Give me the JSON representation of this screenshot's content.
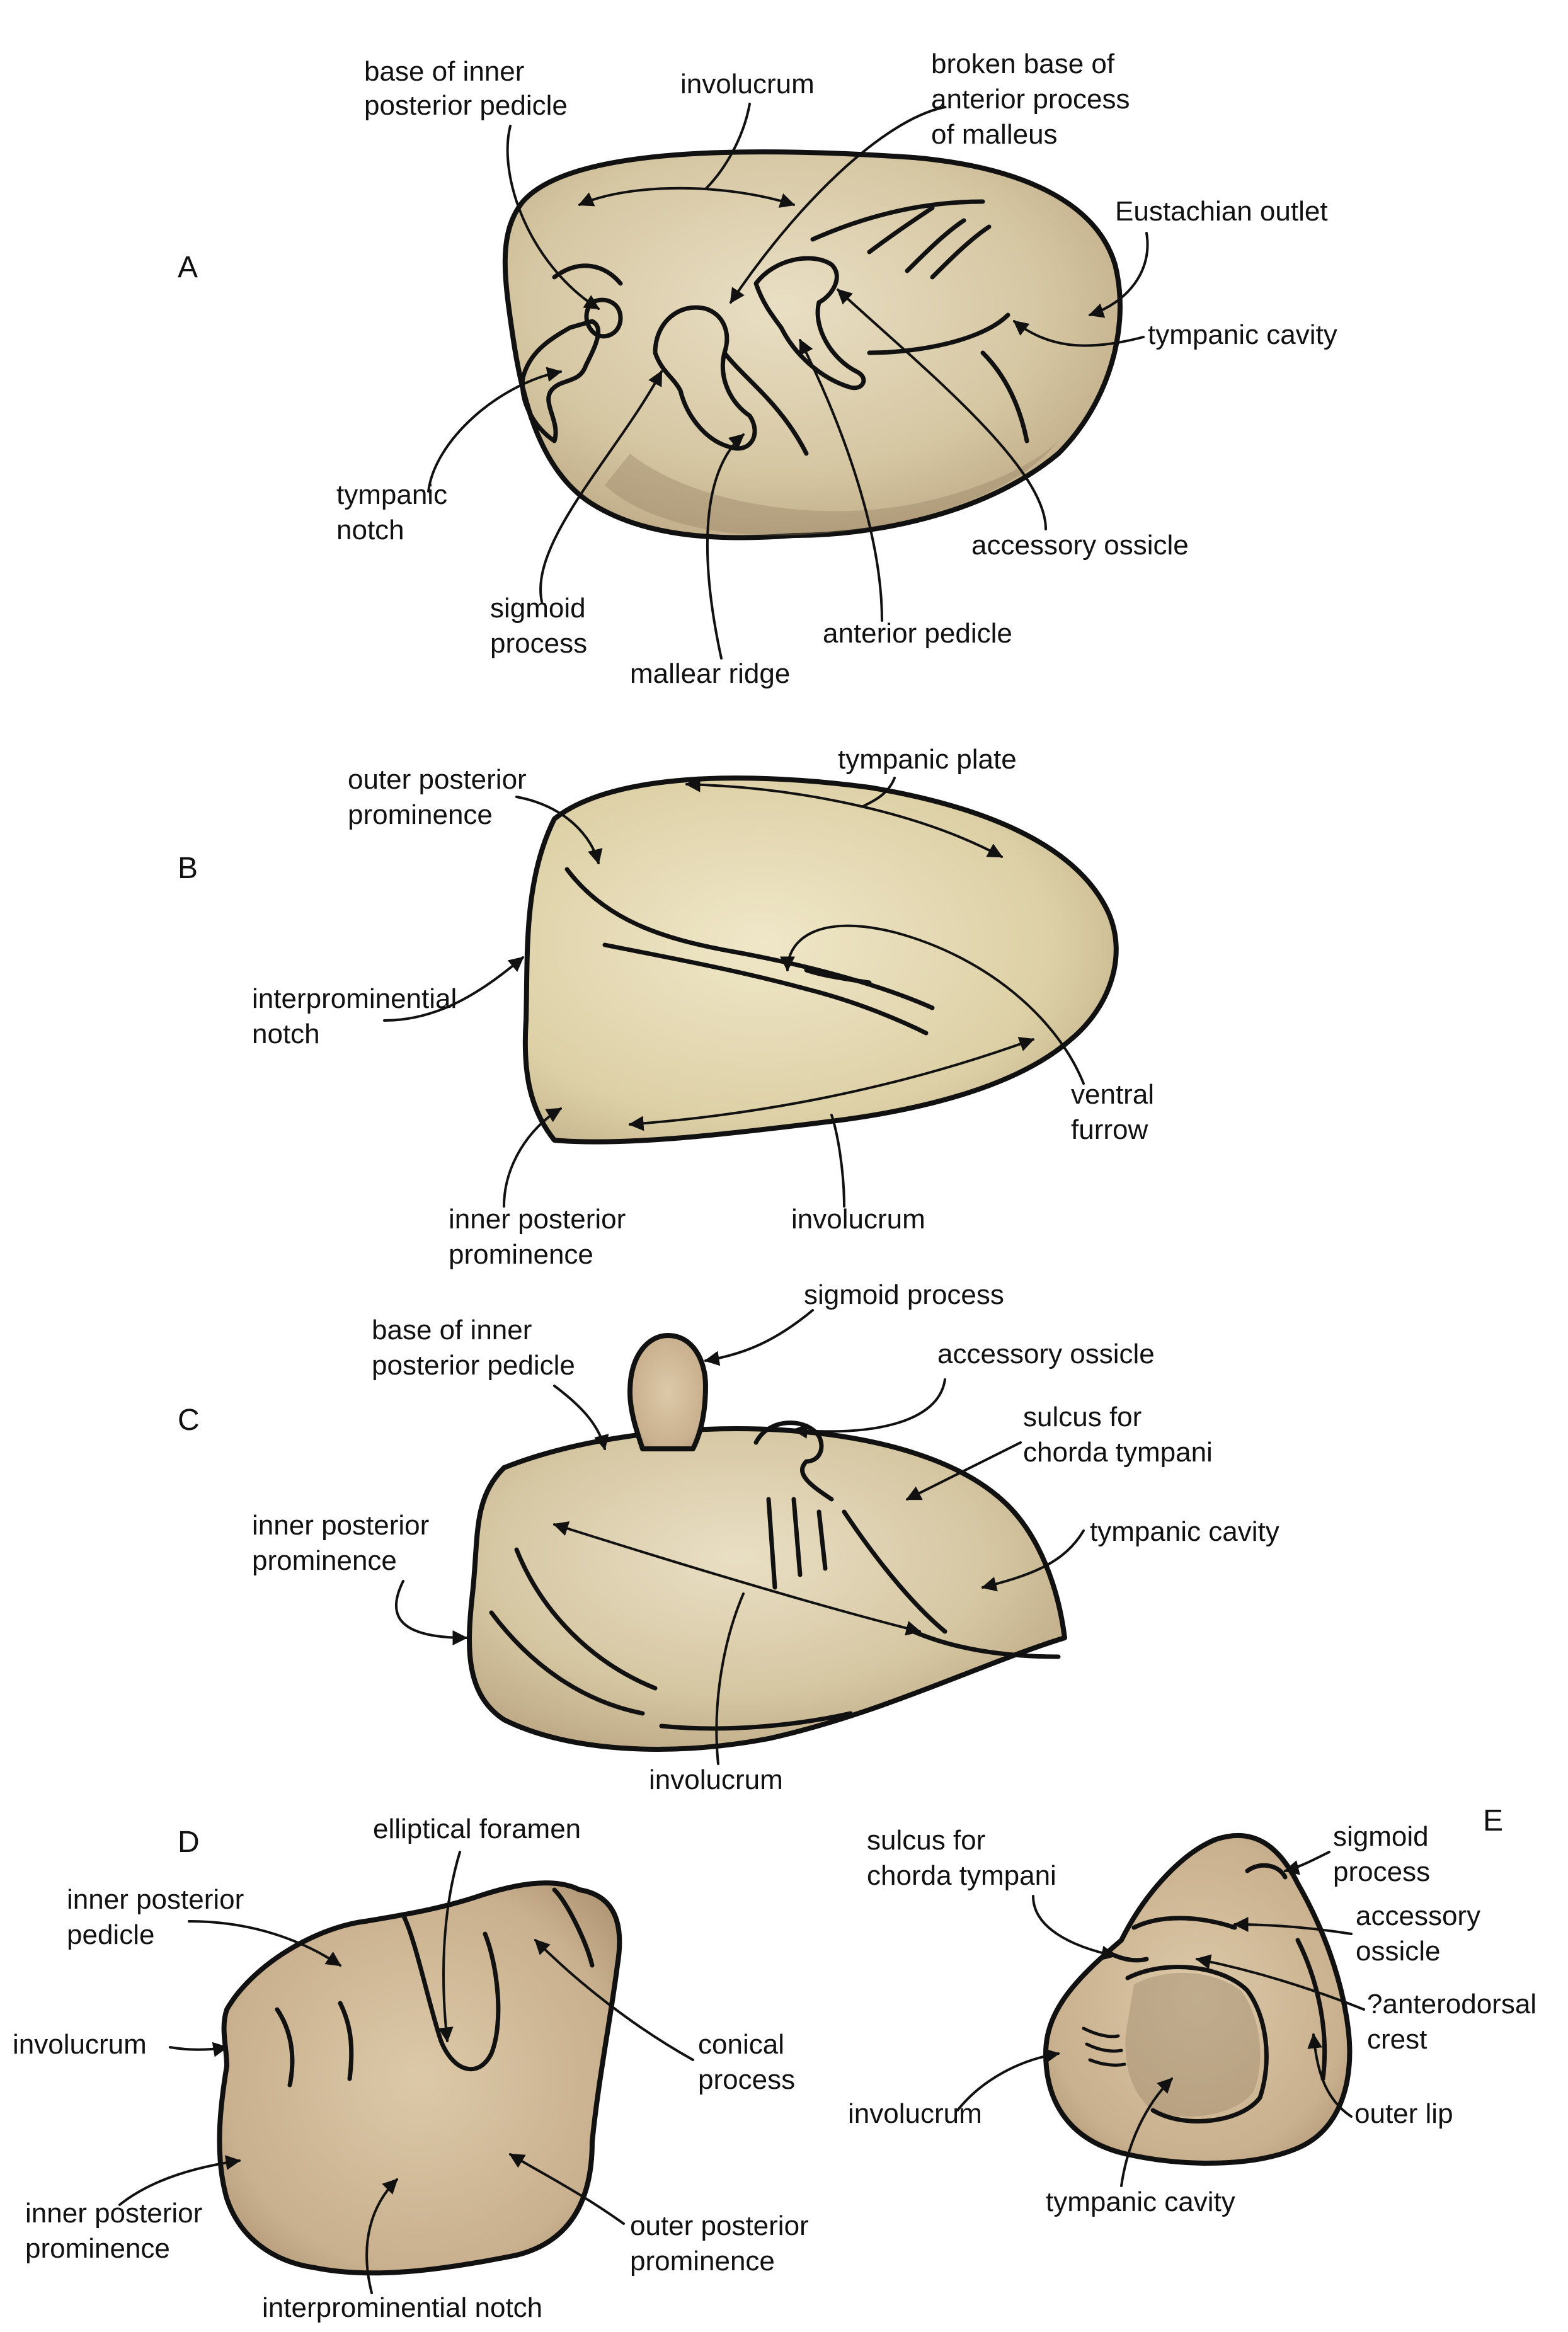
{
  "panels": {
    "A": {
      "letter": "A",
      "labels": {
        "base_inner_posterior_pedicle_1": "base of inner",
        "base_inner_posterior_pedicle_2": "posterior pedicle",
        "involucrum": "involucrum",
        "broken_base_1": "broken base of",
        "broken_base_2": "anterior process",
        "broken_base_3": "of malleus",
        "eustachian_outlet": "Eustachian outlet",
        "tympanic_cavity": "tympanic cavity",
        "tympanic_notch_1": "tympanic",
        "tympanic_notch_2": "notch",
        "accessory_ossicle": "accessory ossicle",
        "sigmoid_process_1": "sigmoid",
        "sigmoid_process_2": "process",
        "anterior_pedicle": "anterior pedicle",
        "mallear_ridge": "mallear ridge"
      }
    },
    "B": {
      "letter": "B",
      "labels": {
        "outer_posterior_prominence_1": "outer posterior",
        "outer_posterior_prominence_2": "prominence",
        "tympanic_plate": "tympanic plate",
        "interprominential_notch_1": "interprominential",
        "interprominential_notch_2": "notch",
        "ventral_furrow_1": "ventral",
        "ventral_furrow_2": "furrow",
        "inner_posterior_prominence_1": "inner posterior",
        "inner_posterior_prominence_2": "prominence",
        "involucrum": "involucrum"
      }
    },
    "C": {
      "letter": "C",
      "labels": {
        "sigmoid_process": "sigmoid process",
        "base_inner_posterior_pedicle_1": "base of inner",
        "base_inner_posterior_pedicle_2": "posterior pedicle",
        "accessory_ossicle": "accessory ossicle",
        "sulcus_chorda_tympani_1": "sulcus for",
        "sulcus_chorda_tympani_2": "chorda tympani",
        "inner_posterior_prominence_1": "inner posterior",
        "inner_posterior_prominence_2": "prominence",
        "tympanic_cavity": "tympanic cavity",
        "involucrum": "involucrum"
      }
    },
    "D": {
      "letter": "D",
      "labels": {
        "elliptical_foramen": "elliptical foramen",
        "inner_posterior_pedicle_1": "inner posterior",
        "inner_posterior_pedicle_2": "pedicle",
        "involucrum": "involucrum",
        "conical_process_1": "conical",
        "conical_process_2": "process",
        "inner_posterior_prominence_1": "inner posterior",
        "inner_posterior_prominence_2": "prominence",
        "outer_posterior_prominence_1": "outer posterior",
        "outer_posterior_prominence_2": "prominence",
        "interprominential_notch": "interprominential notch"
      }
    },
    "E": {
      "letter": "E",
      "labels": {
        "sulcus_chorda_tympani_1": "sulcus for",
        "sulcus_chorda_tympani_2": "chorda tympani",
        "sigmoid_process_1": "sigmoid",
        "sigmoid_process_2": "process",
        "accessory_ossicle_1": "accessory",
        "accessory_ossicle_2": "ossicle",
        "anterodorsal_crest_1": "?anterodorsal",
        "anterodorsal_crest_2": "crest",
        "involucrum": "involucrum",
        "outer_lip": "outer lip",
        "tympanic_cavity": "tympanic cavity"
      }
    }
  }
}
